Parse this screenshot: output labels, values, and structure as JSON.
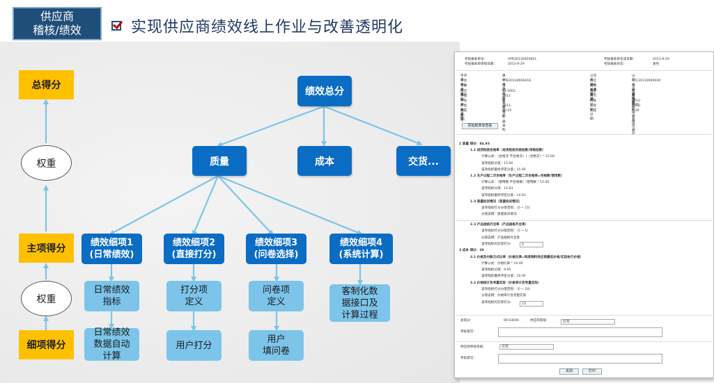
{
  "header": {
    "badge_line1": "供应商",
    "badge_line2": "稽核/绩效",
    "headline": "实现供应商绩效线上作业与改善透明化"
  },
  "levels": {
    "total": "总得分",
    "main": "主项得分",
    "detail": "细项得分",
    "weight_upper": "权重",
    "weight_lower": "权重"
  },
  "tree": {
    "root": "绩效总分",
    "main": [
      "质量",
      "成本",
      "交货..."
    ],
    "details": [
      {
        "line1": "绩效细项1",
        "line2": "(日常绩效)"
      },
      {
        "line1": "绩效细项2",
        "line2": "(直接打分)"
      },
      {
        "line1": "绩效细项3",
        "line2": "(问卷选择)"
      },
      {
        "line1": "绩效细项4",
        "line2": "(系统计算)"
      }
    ],
    "subs1": [
      {
        "line1": "日常绩效",
        "line2": "指标",
        "line3": ""
      },
      {
        "line1": "打分项",
        "line2": "定义",
        "line3": ""
      },
      {
        "line1": "问卷项",
        "line2": "定义",
        "line3": ""
      },
      {
        "line1": "客制化数",
        "line2": "据接口及",
        "line3": "计算过程"
      }
    ],
    "subs2": [
      {
        "line1": "日常绩效",
        "line2": "数据自动",
        "line3": "计算"
      },
      {
        "line1": "用户打分",
        "line2": "",
        "line3": ""
      },
      {
        "line1": "用户",
        "line2": "填问卷",
        "line3": ""
      }
    ]
  },
  "form": {
    "top": [
      {
        "l": "考核报表单号：",
        "v": "VPR20130929001",
        "l2": "考核报表单生成日期：",
        "v2": "2013-9-29"
      },
      {
        "l": "考核报表单审核日期：",
        "v": "2013-9-29",
        "l2": "考核报表状态：",
        "v2": "发布"
      }
    ],
    "info": [
      {
        "l": "考评组织：",
        "v": "惠州电器高级考评组织",
        "l2": "公司名称：",
        "v2": "山东威高高级惠州电子有限公司"
      },
      {
        "l": "评估考核单号：",
        "v": "VPB20130906016",
        "l2": "供应商考核单号：",
        "v2": "VPC20130909040"
      },
      {
        "l": "考核项目：",
        "v": "惠州电器高级注射器采购",
        "l2": "材料考评部门：",
        "v2": "注射器采购"
      },
      {
        "l": "供应商代码：",
        "v": "41.0002",
        "l2": "供应商名称：",
        "v2": "新建飞鹰股份有限公司"
      },
      {
        "l": "评估年份：",
        "v": "2013",
        "l2": "周期：",
        "v2": "月度"
      },
      {
        "l": "评估月份/季度：",
        "v": "9",
        "l2": "考核日期：",
        "v2": "2013-9-25"
      },
      {
        "l": "计划完成日期：",
        "v": "2013-10-25",
        "l2": "实际完成日期：",
        "v2": "2013-9-28"
      },
      {
        "l": "附件：",
        "v": "",
        "l2": "",
        "v2": ""
      },
      {
        "l": "备注：",
        "v": "",
        "l2": "",
        "v2": ""
      }
    ],
    "view_button": "原始报表单查看",
    "score_lines": [
      "1 质量 得分：84.93",
      "1.1 进货检验合格率（进货检验合格批数/采购批数）",
      "计算公式：（合格次-不合格次）/（合格次）* 15.00",
      "该项指标分值：15.00",
      "该项指标最终评定分值：15.00",
      "1.2 生产过程二次合格率（生产过程二次合格率=合格数/使用数）",
      "计算公式：（使用数-不合格数）/使用数 * 15.00",
      "该项指标分值：14.93",
      "该项指标最终评定分值：14.93",
      "1.3 质量投诉情况（质量投诉情况）",
      "该项指标打分分值范围：（0 ~ 15）",
      "分值说明：质量投诉情况"
    ],
    "score_lines2": [
      "2.3 产品规格齐全率（产品规格齐全率）",
      "该项指标打分分值范围：（0 ~ 5）",
      "分值说明：产品规格齐全率",
      "该项指标的实际打分：",
      "3 成本 得分：20",
      "3.1 价格及付款方式比率（价格比率=同类物料供应商最低价格/实际执行价格）",
      "计算公式：价格比率 * 10.00",
      "该项指标分值：9.95",
      "该项指标最终评定分值：10.00",
      "3.2 价格统计及考量实际（价格审计及考量实际）",
      "该项指标打分分值范围：（0 ~ 10）",
      "分值说明：价格审计及考量实际",
      "该项指标的实际打分："
    ],
    "score_input1": "5",
    "score_input2": "10",
    "total_label": "总得分：",
    "total_value": "99.93000",
    "grade_label": "供应商等级：",
    "grade_value": "优秀",
    "opinion_label": "审核意见：",
    "grade_label2": "供应商审核等级：",
    "grade_value2": "优秀",
    "opinion_label2": "考核意见：",
    "close_button": "关闭",
    "print_button": "打印"
  },
  "colors": {
    "node_blue": "#0b6cc4",
    "sub_blue": "#7cc4ea",
    "level_yellow": "#ffc000",
    "arrow": "#7cc4ea",
    "title_bg": "#1f4e79"
  }
}
